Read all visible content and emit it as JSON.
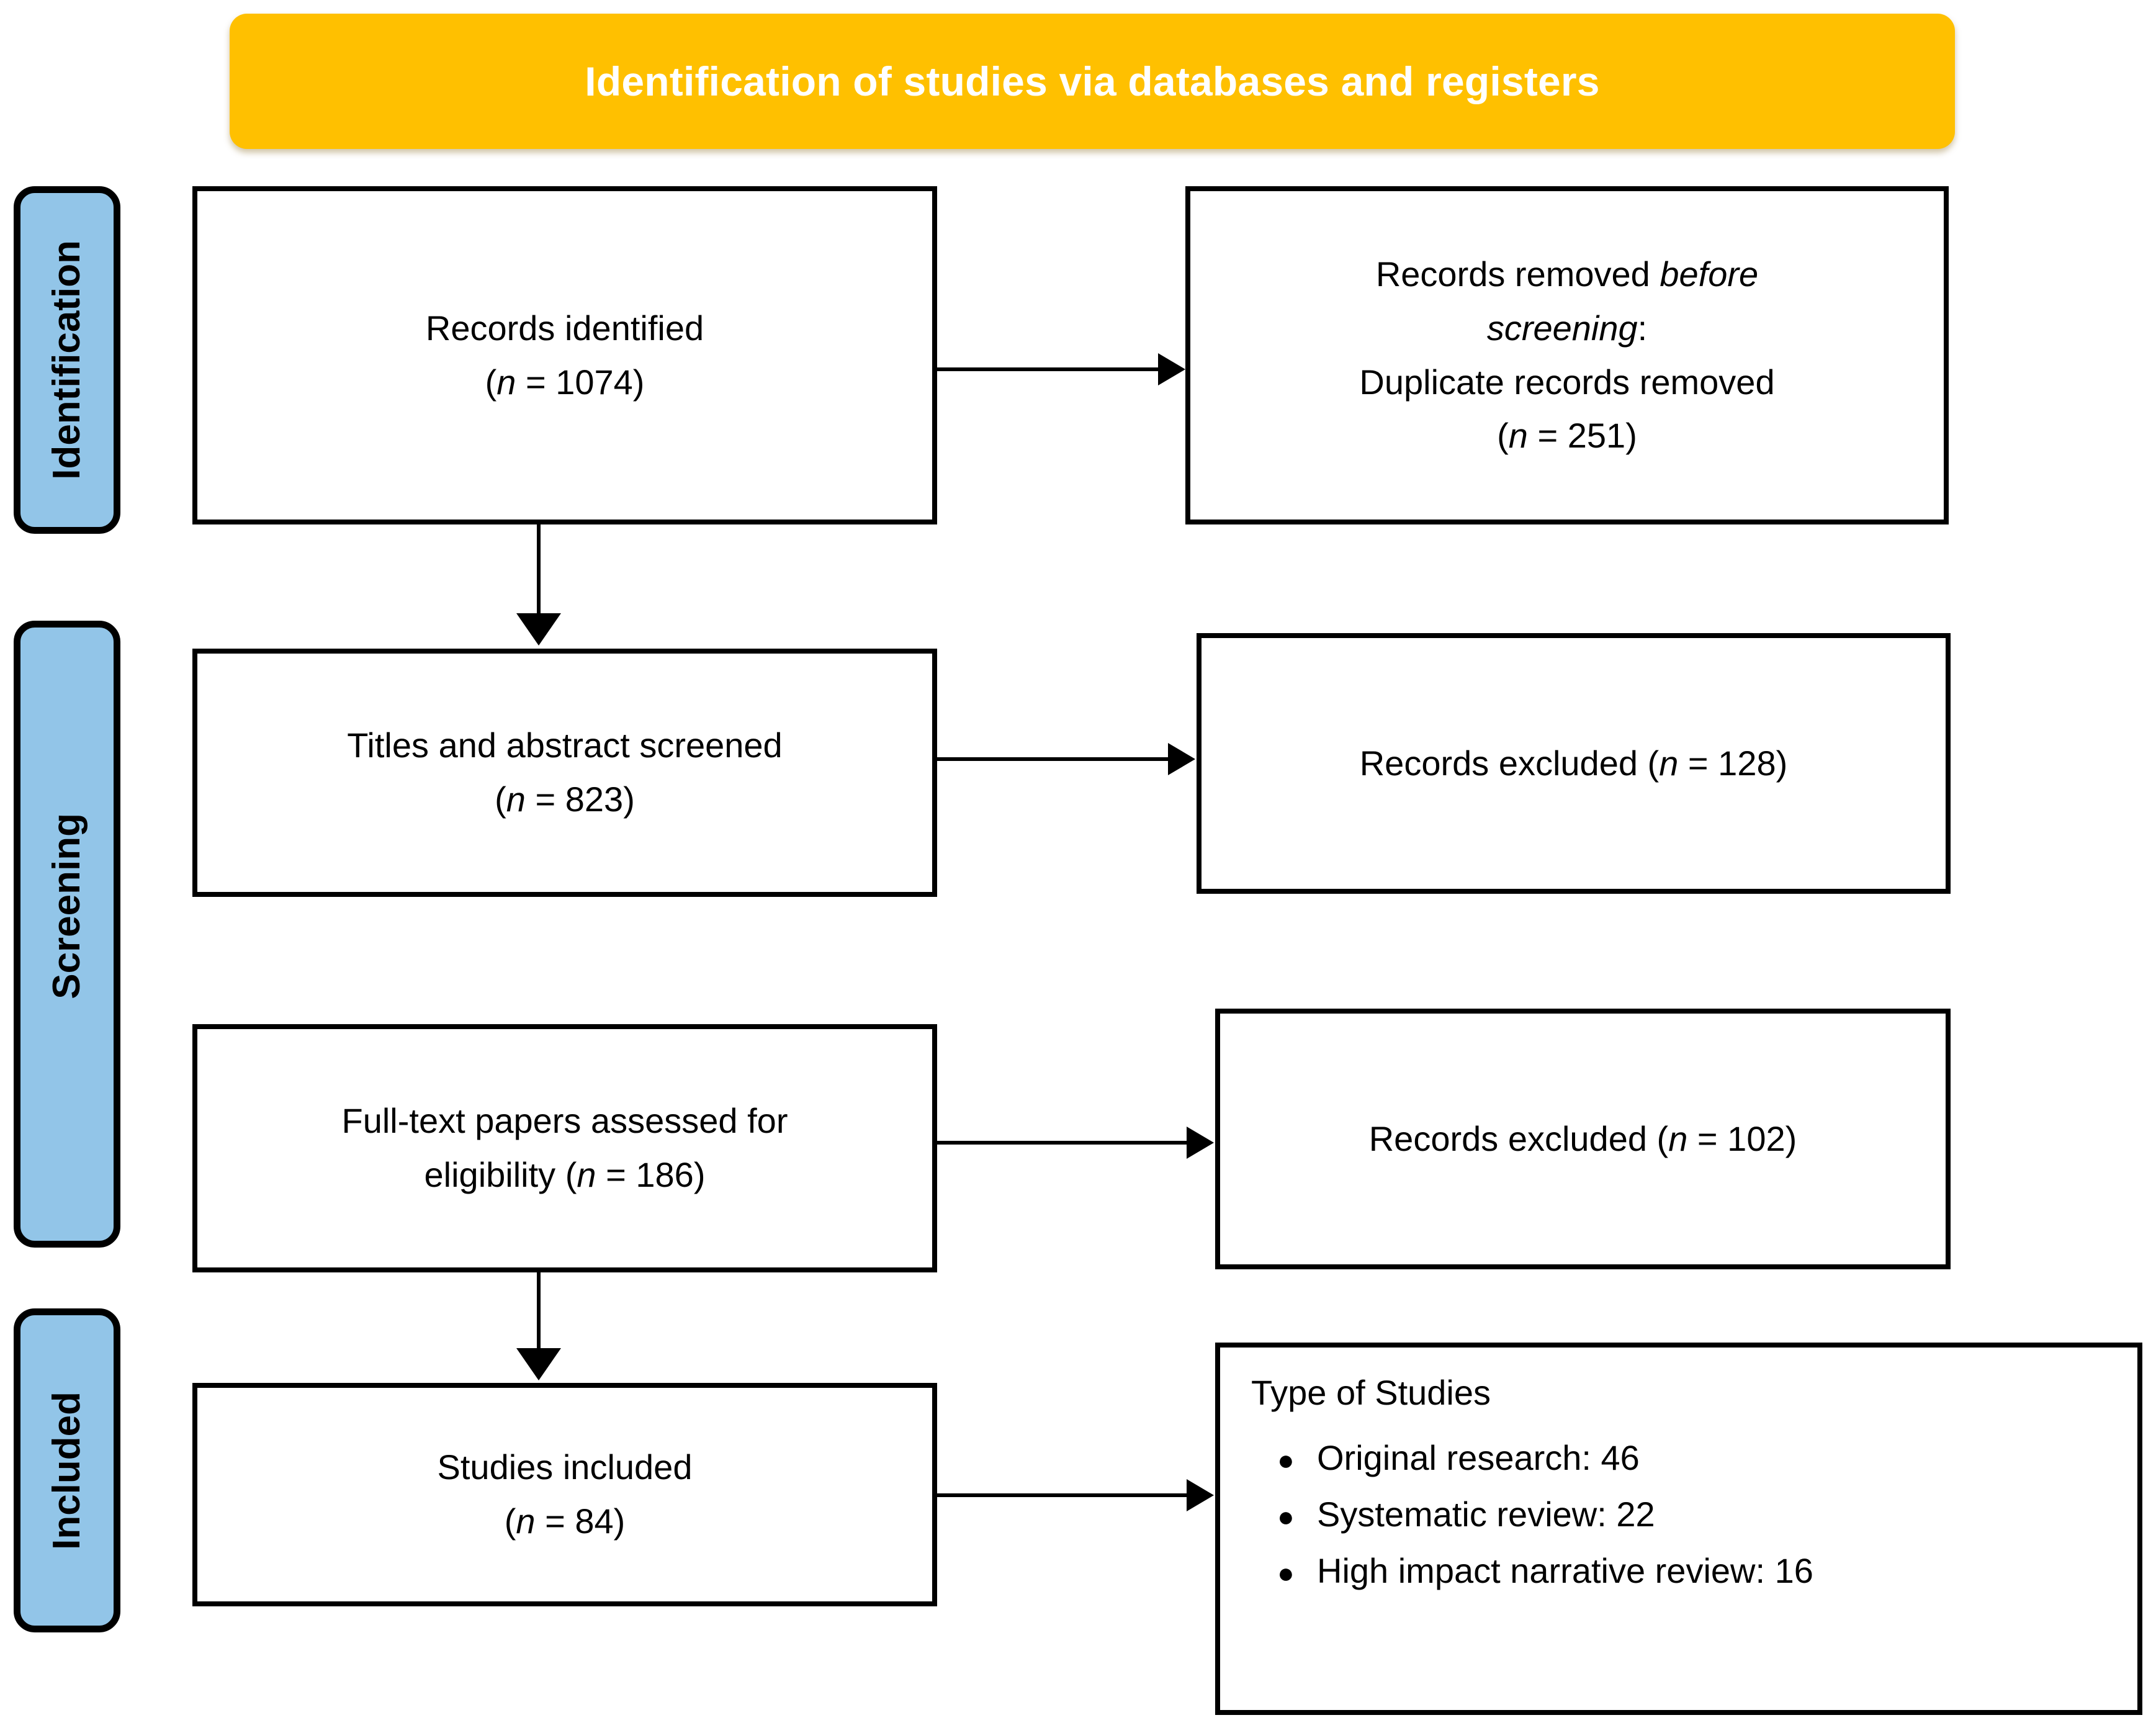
{
  "banner": {
    "title": "Identification of studies via databases and registers",
    "color": "#FFC000",
    "text_color": "#FFFFFF"
  },
  "stages": {
    "color": "#92C5E8",
    "items": [
      {
        "label": "Identification"
      },
      {
        "label": "Screening"
      },
      {
        "label": "Included"
      }
    ]
  },
  "boxes": {
    "identified": {
      "line1": "Records identified",
      "n_label": "n",
      "n_value": "= 1074"
    },
    "removed_before_screening": {
      "line1_a": "Records removed ",
      "line1_b": "before",
      "line2_a": "screening",
      "line2_b": ":",
      "line3": "Duplicate records removed",
      "n_label": "n",
      "n_value": "= 251"
    },
    "screened": {
      "line1": "Titles and abstract screened",
      "n_label": "n",
      "n_value": "= 823"
    },
    "excluded_screening": {
      "prefix": "Records excluded (",
      "n_label": "n",
      "n_value": "= 128",
      "suffix": ")"
    },
    "fulltext": {
      "line1": "Full-text papers assessed for",
      "line2_prefix": "eligibility (",
      "n_label": "n",
      "n_value": "= 186",
      "line2_suffix": ")"
    },
    "excluded_eligibility": {
      "prefix": "Records excluded (",
      "n_label": "n",
      "n_value": "= 102",
      "suffix": ")"
    },
    "included": {
      "line1": "Studies included",
      "n_label": "n",
      "n_value": "= 84"
    },
    "type_of_studies": {
      "title": "Type of Studies",
      "bullet_glyph": "●",
      "items": [
        "Original research: 46",
        "Systematic review: 22",
        "High impact narrative  review: 16"
      ]
    }
  },
  "connectors": [
    {
      "name": "identified-to-removed",
      "type": "horizontal-arrow"
    },
    {
      "name": "identified-to-screened",
      "type": "vertical-arrow"
    },
    {
      "name": "screened-to-excluded-128",
      "type": "horizontal-arrow"
    },
    {
      "name": "fulltext-to-excluded-102",
      "type": "horizontal-arrow"
    },
    {
      "name": "fulltext-to-included",
      "type": "vertical-arrow"
    },
    {
      "name": "included-to-types",
      "type": "horizontal-arrow"
    }
  ]
}
